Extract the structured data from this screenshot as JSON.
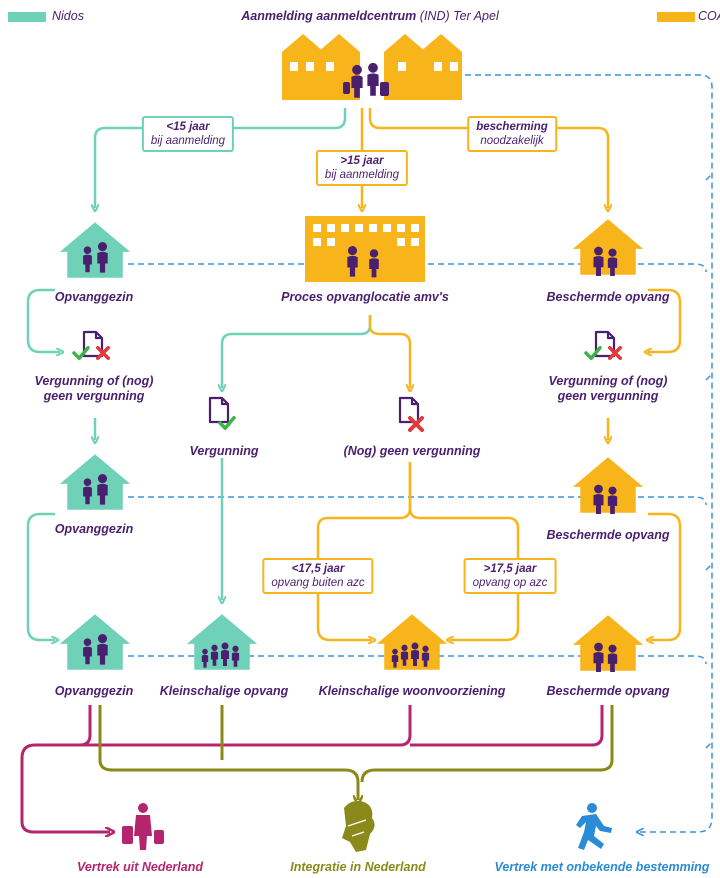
{
  "legend": {
    "left": {
      "label": "Nidos",
      "color": "#6fd1b8"
    },
    "right": {
      "label": "COA",
      "color": "#f7b51b"
    }
  },
  "top_title": {
    "bold": "Aanmelding aanmeldcentrum",
    "rest": " (IND) Ter Apel"
  },
  "branches": {
    "left": {
      "line1": "<15 jaar",
      "line2": "bij aanmelding"
    },
    "middle": {
      "line1": ">15 jaar",
      "line2": "bij aanmelding"
    },
    "right": {
      "line1": "bescherming",
      "line2": "noodzakelijk"
    }
  },
  "nodes": {
    "opvanggezin_1": "Opvanggezin",
    "proces": "Proces opvanglocatie amv's",
    "beschermde_1": "Beschermde opvang",
    "vergunning_left": "Vergunning of (nog) geen vergunning",
    "vergunning_mid": "Vergunning",
    "geen_vergunning_mid": "(Nog) geen vergunning",
    "vergunning_right": "Vergunning of (nog) geen vergunning",
    "opvanggezin_2": "Opvanggezin",
    "beschermde_2": "Beschermde opvang",
    "opvanggezin_3": "Opvanggezin",
    "kleinschalige_opvang": "Kleinschalige opvang",
    "kleinschalige_woon": "Kleinschalige woonvoorziening",
    "beschermde_3": "Beschermde opvang"
  },
  "age_boxes": {
    "under": {
      "line1": "<17,5 jaar",
      "line2": "opvang buiten azc"
    },
    "over": {
      "line1": ">17,5 jaar",
      "line2": "opvang op azc"
    }
  },
  "outcomes": {
    "vertrek": {
      "label": "Vertrek uit Nederland",
      "color": "#b5256d"
    },
    "integratie": {
      "label": "Integratie in Nederland",
      "color": "#8a8a1a"
    },
    "onbekend": {
      "label": "Vertrek met onbekende bestemming",
      "color": "#2a8bd6"
    }
  },
  "colors": {
    "teal": "#6fd1b8",
    "gold": "#f7b51b",
    "purple": "#4a1f6e",
    "check": "#3bb54a",
    "cross": "#e03a3a",
    "dashed": "#3a93d9"
  }
}
